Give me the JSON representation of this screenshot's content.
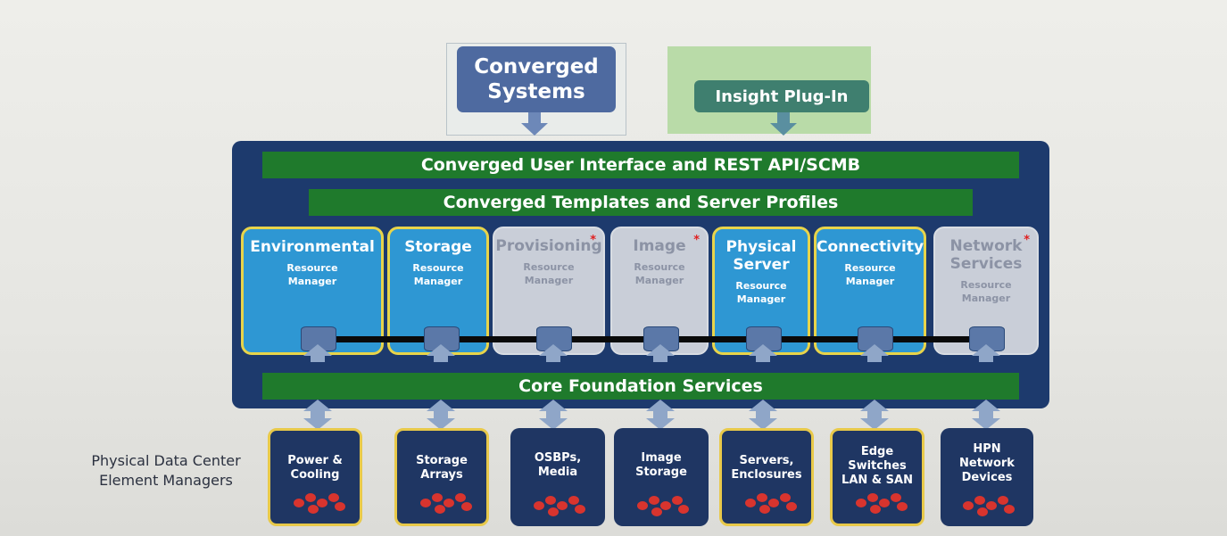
{
  "top": {
    "converged_systems": [
      "Converged",
      "Systems"
    ],
    "insight_plugin": "Insight Plug-In"
  },
  "bars": {
    "ui": "Converged User Interface and REST API/SCMB",
    "templates": "Converged Templates and Server Profiles",
    "core": "Core Foundation Services"
  },
  "resource_managers": [
    {
      "title": [
        "Environmental"
      ],
      "sub": [
        "Resource",
        "Manager"
      ],
      "active": true,
      "starred": false
    },
    {
      "title": [
        "Storage"
      ],
      "sub": [
        "Resource",
        "Manager"
      ],
      "active": true,
      "starred": false
    },
    {
      "title": [
        "Provisioning"
      ],
      "sub": [
        "Resource",
        "Manager"
      ],
      "active": false,
      "starred": true
    },
    {
      "title": [
        "Image"
      ],
      "sub": [
        "Resource",
        "Manager"
      ],
      "active": false,
      "starred": true
    },
    {
      "title": [
        "Physical",
        "Server"
      ],
      "sub": [
        "Resource",
        "Manager"
      ],
      "active": true,
      "starred": false
    },
    {
      "title": [
        "Connectivity"
      ],
      "sub": [
        "Resource",
        "Manager"
      ],
      "active": true,
      "starred": false
    },
    {
      "title": [
        "Network",
        "Services"
      ],
      "sub": [
        "Resource",
        "Manager"
      ],
      "active": false,
      "starred": true
    }
  ],
  "element_managers": [
    {
      "label": [
        "Power &",
        "Cooling"
      ],
      "ring": true
    },
    {
      "label": [
        "Storage",
        "Arrays"
      ],
      "ring": true
    },
    {
      "label": [
        "OSBPs,",
        "Media"
      ],
      "ring": false
    },
    {
      "label": [
        "Image",
        "Storage"
      ],
      "ring": false
    },
    {
      "label": [
        "Servers,",
        "Enclosures"
      ],
      "ring": true
    },
    {
      "label": [
        "Edge",
        "Switches",
        "LAN & SAN"
      ],
      "ring": true
    },
    {
      "label": [
        "HPN",
        "Network",
        "Devices"
      ],
      "ring": false
    }
  ],
  "side_label": [
    "Physical Data Center",
    "Element Managers"
  ],
  "colors": {
    "panel": "#1d3a6d",
    "bar_green": "#1f7a2c",
    "active_rm": "#2e97d3",
    "inactive_rm": "#c9ced8",
    "ring_yellow": "#e8c94a",
    "star_red": "#e02020"
  }
}
